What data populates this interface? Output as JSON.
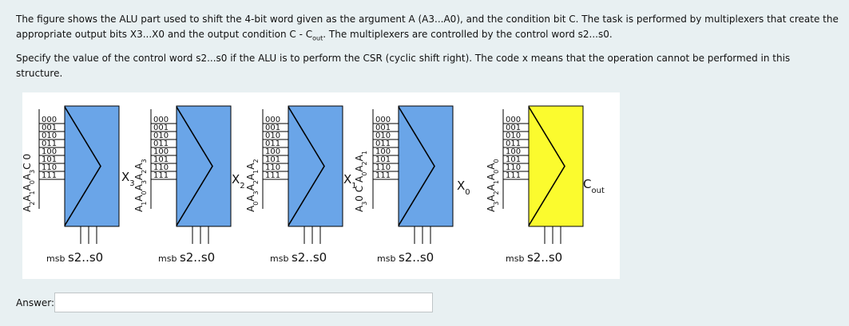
{
  "question": {
    "paragraph1": "The figure shows the ALU part used to shift the 4-bit word given as the argument A (A3...A0), and the condition bit C. The task is performed by multiplexers that create the appropriate output bits X3...X0 and the output condition C - C",
    "cout_sub": "out",
    "paragraph1_end": ". The multiplexers are controlled by the control word s2...s0.",
    "paragraph2": "Specify the value of the control word s2...s0 if the ALU is to perform the CSR (cyclic shift right). The code x means that the operation cannot be performed in this structure."
  },
  "figure": {
    "mux_codes": [
      "000",
      "001",
      "010",
      "011",
      "100",
      "101",
      "110",
      "111"
    ],
    "control_label": "msb s2..s0",
    "colors": {
      "mux_blue": "#6aa5e8",
      "mux_yellow": "#fbfb2e",
      "stroke": "#000000"
    },
    "muxes": [
      {
        "inputs": [
          [
            "A",
            "2"
          ],
          [
            "A",
            "1"
          ],
          [
            "A",
            "0"
          ],
          [
            "A",
            "3"
          ],
          [
            "C",
            ""
          ],
          [
            "0",
            ""
          ]
        ],
        "output": [
          "X",
          "3"
        ],
        "color": "blue"
      },
      {
        "inputs": [
          [
            "A",
            "1"
          ],
          [
            "A",
            "0"
          ],
          [
            "A",
            "3"
          ],
          [
            "A",
            "2"
          ],
          [
            "A",
            "3"
          ]
        ],
        "output": [
          "X",
          "2"
        ],
        "color": "blue"
      },
      {
        "inputs": [
          [
            "A",
            "0"
          ],
          [
            "A",
            "3"
          ],
          [
            "A",
            "2"
          ],
          [
            "A",
            "1"
          ],
          [
            "A",
            "2"
          ]
        ],
        "output": [
          "X",
          "1"
        ],
        "color": "blue"
      },
      {
        "inputs": [
          [
            "A",
            "3"
          ],
          [
            "0",
            ""
          ],
          [
            "C",
            ""
          ],
          [
            "A",
            "0"
          ],
          [
            "A",
            "2"
          ],
          [
            "A",
            "1"
          ]
        ],
        "output": [
          "X",
          "0"
        ],
        "color": "blue"
      },
      {
        "inputs": [
          [
            "A",
            "3"
          ],
          [
            "A",
            "2"
          ],
          [
            "A",
            "1"
          ],
          [
            "A",
            "0"
          ],
          [
            "A",
            "0"
          ]
        ],
        "output": [
          "C",
          "out"
        ],
        "color": "yellow"
      }
    ]
  },
  "answer": {
    "label": "Answer:",
    "value": ""
  }
}
